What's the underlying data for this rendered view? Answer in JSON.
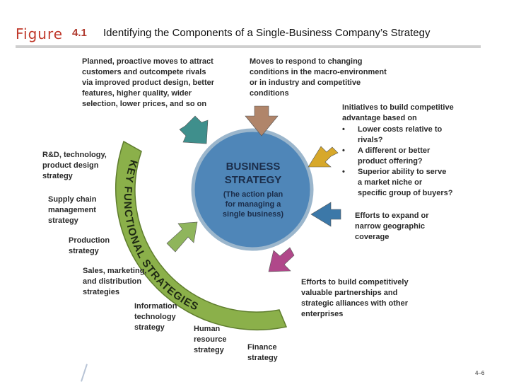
{
  "header": {
    "figure_word": "Figure",
    "figure_number": "4.1",
    "title": "Identifying the Components of a Single-Business Company’s Strategy"
  },
  "center": {
    "title_line1": "BUSINESS",
    "title_line2": "STRATEGY",
    "sub_line1": "(The action plan",
    "sub_line2": "for managing a",
    "sub_line3": "single business)"
  },
  "arc_label": "KEY FUNCTIONAL STRATEGIES",
  "top_left": {
    "lines": [
      "Planned, proactive moves to attract",
      "customers and outcompete rivals",
      "via improved product design, better",
      "features, higher quality, wider",
      "selection, lower prices, and so on"
    ]
  },
  "top_right": {
    "lines": [
      "Moves to respond to changing",
      "conditions in the macro-environment",
      "or in industry and competitive",
      "conditions"
    ]
  },
  "initiatives": {
    "heading_lines": [
      "Initiatives to build competitive",
      "advantage based on"
    ],
    "bullets": [
      {
        "marker": "•",
        "lines": [
          "Lower costs relative to",
          "rivals?"
        ]
      },
      {
        "marker": "•",
        "lines": [
          "A different or better",
          "product offering?"
        ]
      },
      {
        "marker": "•",
        "lines": [
          "Superior ability to serve",
          "a market niche or",
          "specific group of buyers?"
        ]
      }
    ]
  },
  "expand": {
    "lines": [
      "Efforts to expand or",
      "narrow geographic",
      "coverage"
    ]
  },
  "alliances": {
    "lines": [
      "Efforts to build competitively",
      "valuable partnerships and",
      "strategic alliances with other",
      "enterprises"
    ]
  },
  "functional": {
    "rnd": [
      "R&D, technology,",
      "product design",
      "strategy"
    ],
    "supply": [
      "Supply chain",
      "management",
      "strategy"
    ],
    "production": [
      "Production",
      "strategy"
    ],
    "sales": [
      "Sales, marketing,",
      "and distribution",
      "strategies"
    ],
    "info": [
      "Information",
      "technology",
      "strategy"
    ],
    "hr": [
      "Human",
      "resource",
      "strategy"
    ],
    "finance": [
      "Finance",
      "strategy"
    ]
  },
  "page_number": "4–6",
  "colors": {
    "circle_fill": "#4f86b8",
    "circle_stroke": "#9bb6cc",
    "arc_fill": "#8bb04a",
    "arc_stroke": "#5f7d2e",
    "arrow_teal": "#3f8f8c",
    "arrow_tan": "#b0856a",
    "arrow_gold": "#d7a82a",
    "arrow_blue": "#3c78a8",
    "arrow_magenta": "#b0488a",
    "arrow_green": "#8fb55c"
  },
  "arrows": [
    {
      "name": "arrow-proactive-moves",
      "color_key": "arrow_teal"
    },
    {
      "name": "arrow-responsive-moves",
      "color_key": "arrow_tan"
    },
    {
      "name": "arrow-competitive-advantage",
      "color_key": "arrow_gold"
    },
    {
      "name": "arrow-geographic-coverage",
      "color_key": "arrow_blue"
    },
    {
      "name": "arrow-alliances",
      "color_key": "arrow_magenta"
    },
    {
      "name": "arrow-functional-strategies",
      "color_key": "arrow_green"
    }
  ]
}
